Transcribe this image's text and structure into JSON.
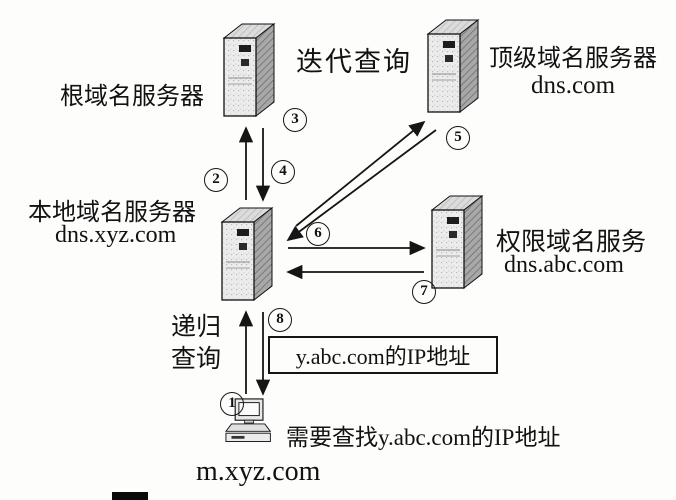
{
  "servers": {
    "root": {
      "label": "根域名服务器"
    },
    "tld": {
      "label": "顶级域名服务器",
      "domain": "dns.com"
    },
    "local": {
      "label": "本地域名服务器",
      "domain": "dns.xyz.com"
    },
    "auth": {
      "label": "权限域名服务",
      "domain": "dns.abc.com"
    },
    "host": {
      "domain": "m.xyz.com"
    }
  },
  "annotations": {
    "iterative_query": "迭代查询",
    "recursive_query_line1": "递归",
    "recursive_query_line2": "查询",
    "ip_result": "y.abc.com的IP地址",
    "lookup_request": "需要查找y.abc.com的IP地址"
  },
  "steps": [
    "1",
    "2",
    "3",
    "4",
    "5",
    "6",
    "7",
    "8"
  ],
  "icons": {
    "root": "server-icon",
    "tld": "server-icon",
    "local": "server-icon",
    "auth": "server-icon",
    "host": "desktop-computer-icon"
  },
  "colors": {
    "line": "#151515",
    "background": "#fdfdfc",
    "server_front": "#ececec",
    "server_side": "#a8a8a8",
    "server_top": "#dcdcdc"
  }
}
